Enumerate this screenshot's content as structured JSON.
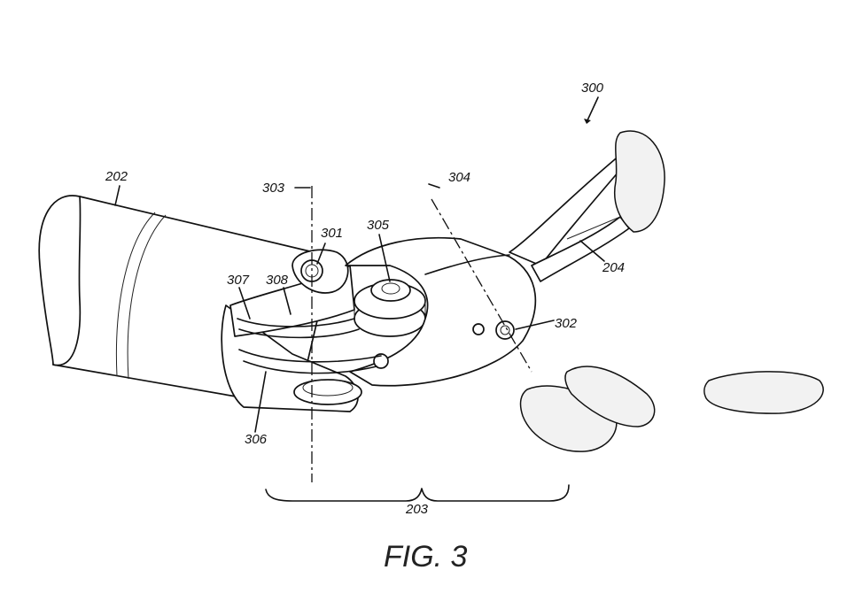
{
  "figure": {
    "caption": "FIG. 3",
    "labels": {
      "l300": "300",
      "l202": "202",
      "l303": "303",
      "l304": "304",
      "l301": "301",
      "l305": "305",
      "l307": "307",
      "l308": "308",
      "l204": "204",
      "l302": "302",
      "l306": "306",
      "l203": "203"
    }
  }
}
